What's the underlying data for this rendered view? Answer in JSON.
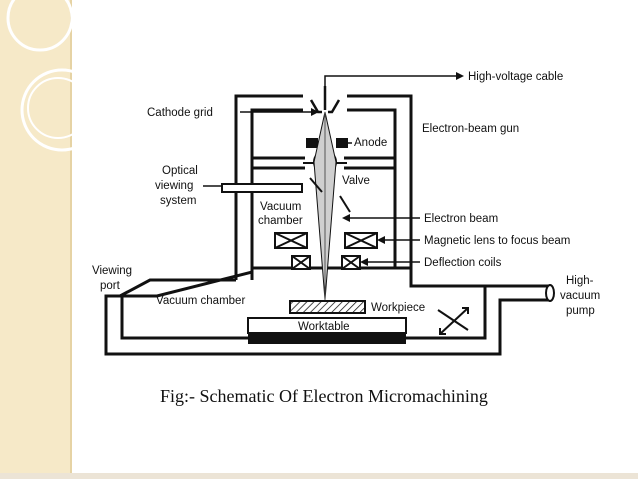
{
  "labels": {
    "high_voltage_cable": "High-voltage cable",
    "cathode_grid": "Cathode grid",
    "electron_beam_gun": "Electron-beam gun",
    "anode": "Anode",
    "optical_viewing_system": [
      "Optical",
      "viewing",
      "system"
    ],
    "valve": "Valve",
    "vacuum_chamber_upper": [
      "Vacuum",
      "chamber"
    ],
    "electron_beam": "Electron beam",
    "magnetic_lens": "Magnetic lens to focus beam",
    "deflection_coils": "Deflection coils",
    "viewing_port": [
      "Viewing",
      "port"
    ],
    "high_vacuum_pump": [
      "High-",
      "vacuum",
      "pump"
    ],
    "vacuum_chamber_lower": "Vacuum chamber",
    "workpiece": "Workpiece",
    "worktable": "Worktable"
  },
  "caption": "Fig:- Schematic Of  Electron Micromachining",
  "colors": {
    "band": "#f6e9c8",
    "ink": "#111111"
  }
}
